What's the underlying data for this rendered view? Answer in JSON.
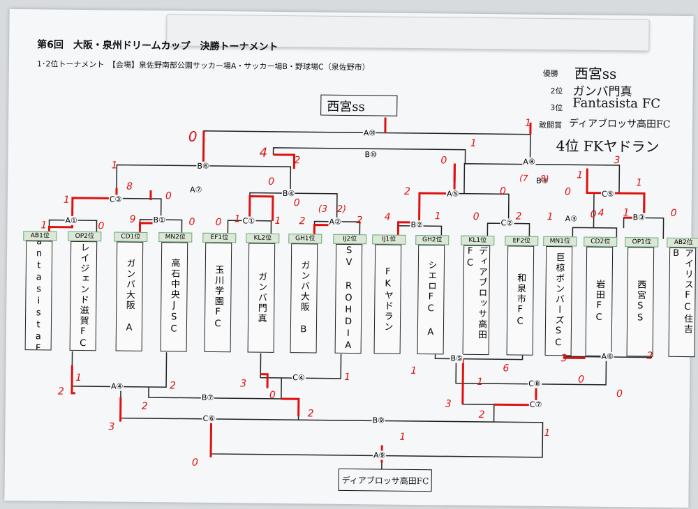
{
  "title": "第6回　大阪・泉州ドリームカップ　決勝トーナメント",
  "subtitle": "1･2位トーナメント　【会場】泉佐野南部公園サッカー場A・サッカー場B・野球場C（泉佐野市）",
  "results": {
    "winner_label": "優勝",
    "winner": "西宮ss",
    "second_label": "2位",
    "second": "ガンバ門真",
    "third_label": "3位",
    "third": "Fantasista FC",
    "consolation_label": "敢闘賞",
    "consolation": "ディアブロッサ高田FC",
    "fourth": "4位 FKヤドラン"
  },
  "champion_box": "西宮ss",
  "final_box": "ディアブロッサ高田FC",
  "teams": [
    {
      "seed": "AB1位",
      "name": "FantasistaFC"
    },
    {
      "seed": "OP2位",
      "name": "レイジェンド滋賀FC"
    },
    {
      "seed": "CD1位",
      "name": "ガンバ大阪 A"
    },
    {
      "seed": "MN2位",
      "name": "高石中央JSC"
    },
    {
      "seed": "EF1位",
      "name": "玉川学園FC"
    },
    {
      "seed": "KL2位",
      "name": "ガンバ門真"
    },
    {
      "seed": "GH1位",
      "name": "ガンバ大阪 B"
    },
    {
      "seed": "IJ2位",
      "name": "SV ROHDIA"
    },
    {
      "seed": "IJ1位",
      "name": "FKヤドラン"
    },
    {
      "seed": "GH2位",
      "name": "シエロFC A"
    },
    {
      "seed": "KL1位",
      "name": "ディアブロッサ高田FC"
    },
    {
      "seed": "EF2位",
      "name": "和泉市FC"
    },
    {
      "seed": "MN1位",
      "name": "巨椋ボンバーズSC"
    },
    {
      "seed": "CD2位",
      "name": "岩田FC"
    },
    {
      "seed": "OP1位",
      "name": "西宮SS"
    },
    {
      "seed": "AB2位",
      "name": "アイリスFC住吉 B"
    }
  ],
  "match_labels": {
    "a10": "A⑩",
    "b10": "B⑩",
    "a8": "A⑧",
    "b6": "B⑥",
    "a7": "A⑦",
    "b8": "B⑧",
    "c3": "C③",
    "b4": "B④",
    "a5": "A⑤",
    "c5": "C⑤",
    "a1": "A①",
    "b1": "B①",
    "c1": "C①",
    "a2": "A②",
    "b2": "B②",
    "c2": "C②",
    "a3": "A③",
    "b3": "B③",
    "a4": "A④",
    "c4": "C④",
    "b5": "B⑤",
    "a6": "A⑥",
    "b7": "B⑦",
    "c8": "C⑧",
    "c6": "C⑥",
    "c7": "C⑦",
    "b9": "B⑨",
    "a9": "A⑨"
  },
  "scores": {
    "s1": "0",
    "s2": "1",
    "s3": "4",
    "s4": "2",
    "s5": "0",
    "s6": "1",
    "s7": "3",
    "s8": "1",
    "s9": "0",
    "s10": "8",
    "s11": "0",
    "s12": "(7",
    "s13": "8)",
    "s14": "1",
    "s15": "0",
    "s16": "1",
    "s17": "2",
    "s18": "0",
    "s19": "0",
    "s20": "1",
    "s21": "(3",
    "s22": "2)",
    "s23": "2",
    "s24": "2",
    "s25": "4",
    "s26": "1",
    "s27": "0",
    "s28": "2",
    "s29": "1",
    "s30": "0",
    "s31": "4",
    "s32": "1",
    "s33": "1",
    "s34": "0",
    "s35": "9",
    "s36": "0",
    "s37": "1",
    "s38": "0",
    "s39": "1",
    "s40": "0",
    "s41": "2",
    "s42": "1",
    "s43": "3",
    "s44": "2",
    "s45": "0",
    "s46": "1",
    "s47": "1",
    "s48": "6",
    "s49": "3",
    "s50": "2",
    "s51": "1",
    "s52": "0",
    "s53": "0",
    "s54": "2",
    "s55": "3",
    "s56": "2",
    "s57": "3",
    "s58": "2",
    "s59": "1",
    "s60": "0",
    "s61": "1",
    "s62": "0"
  },
  "colors": {
    "ink": "#222222",
    "red": "#d11111",
    "seed_bg": "#dde7d8"
  }
}
